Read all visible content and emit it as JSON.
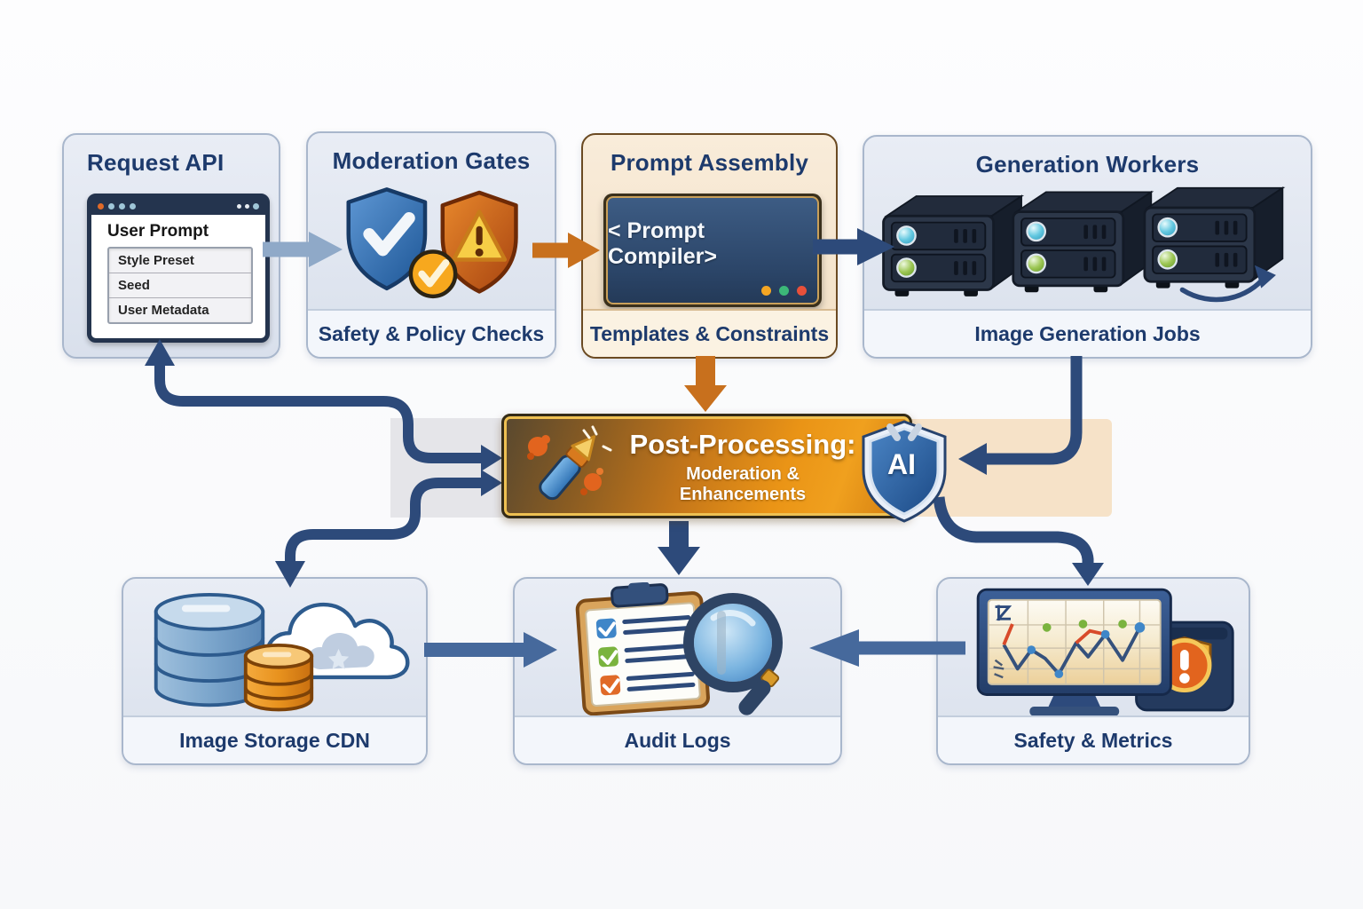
{
  "diagram": {
    "type": "pipeline-architecture",
    "background": "#fafafc"
  },
  "nodes": {
    "request_api": {
      "title": "Request API",
      "window": {
        "title": "User Prompt",
        "fields": [
          "Style Preset",
          "Seed",
          "User Metadata"
        ]
      }
    },
    "moderation_gates": {
      "title": "Moderation Gates",
      "caption": "Safety & Policy Checks",
      "icons": [
        "blue-check-shield",
        "warning-shield",
        "approved-badge"
      ]
    },
    "prompt_assembly": {
      "title": "Prompt Assembly",
      "screen_text": "< Prompt Compiler>",
      "caption": "Templates & Constraints"
    },
    "generation_workers": {
      "title": "Generation Workers",
      "caption": "Image Generation Jobs",
      "icons": [
        "server-rack",
        "server-rack",
        "server-rack",
        "loop-arrow"
      ]
    },
    "post_processing": {
      "title": "Post-Processing:",
      "subtitle": "Moderation & Enhancements",
      "badge": "AI",
      "icons": [
        "paint-pen",
        "ai-shield"
      ]
    },
    "image_storage": {
      "label": "Image Storage CDN",
      "icons": [
        "database-blue",
        "database-orange",
        "cloud"
      ]
    },
    "audit_logs": {
      "label": "Audit Logs",
      "icons": [
        "checklist-clipboard",
        "magnifier"
      ]
    },
    "safety_metrics": {
      "label": "Safety & Metrics",
      "icons": [
        "metrics-monitor",
        "alert-badge"
      ]
    }
  },
  "edges": [
    {
      "from": "request_api",
      "to": "moderation_gates",
      "color": "#8fa9c8"
    },
    {
      "from": "moderation_gates",
      "to": "prompt_assembly",
      "color": "#c8701d"
    },
    {
      "from": "prompt_assembly",
      "to": "generation_workers",
      "color": "#2d4a7a"
    },
    {
      "from": "prompt_assembly",
      "to": "post_processing",
      "color": "#c8701d"
    },
    {
      "from": "generation_workers",
      "to": "post_processing",
      "color": "#2d4a7a"
    },
    {
      "from": "post_processing",
      "to": "request_api",
      "color": "#2d4a7a"
    },
    {
      "from": "post_processing",
      "to": "image_storage",
      "color": "#2d4a7a"
    },
    {
      "from": "post_processing",
      "to": "audit_logs",
      "color": "#2d4a7a"
    },
    {
      "from": "post_processing",
      "to": "safety_metrics",
      "color": "#2d4a7a"
    },
    {
      "from": "image_storage",
      "to": "audit_logs",
      "color": "#46699c"
    },
    {
      "from": "safety_metrics",
      "to": "audit_logs",
      "color": "#46699c"
    }
  ],
  "colors": {
    "title_text": "#1d3a6c",
    "banner_gradient": [
      "#58482f",
      "#ea9416"
    ],
    "box_fill": "#e2e7f0",
    "cream_fill": "#f6e6cf"
  }
}
